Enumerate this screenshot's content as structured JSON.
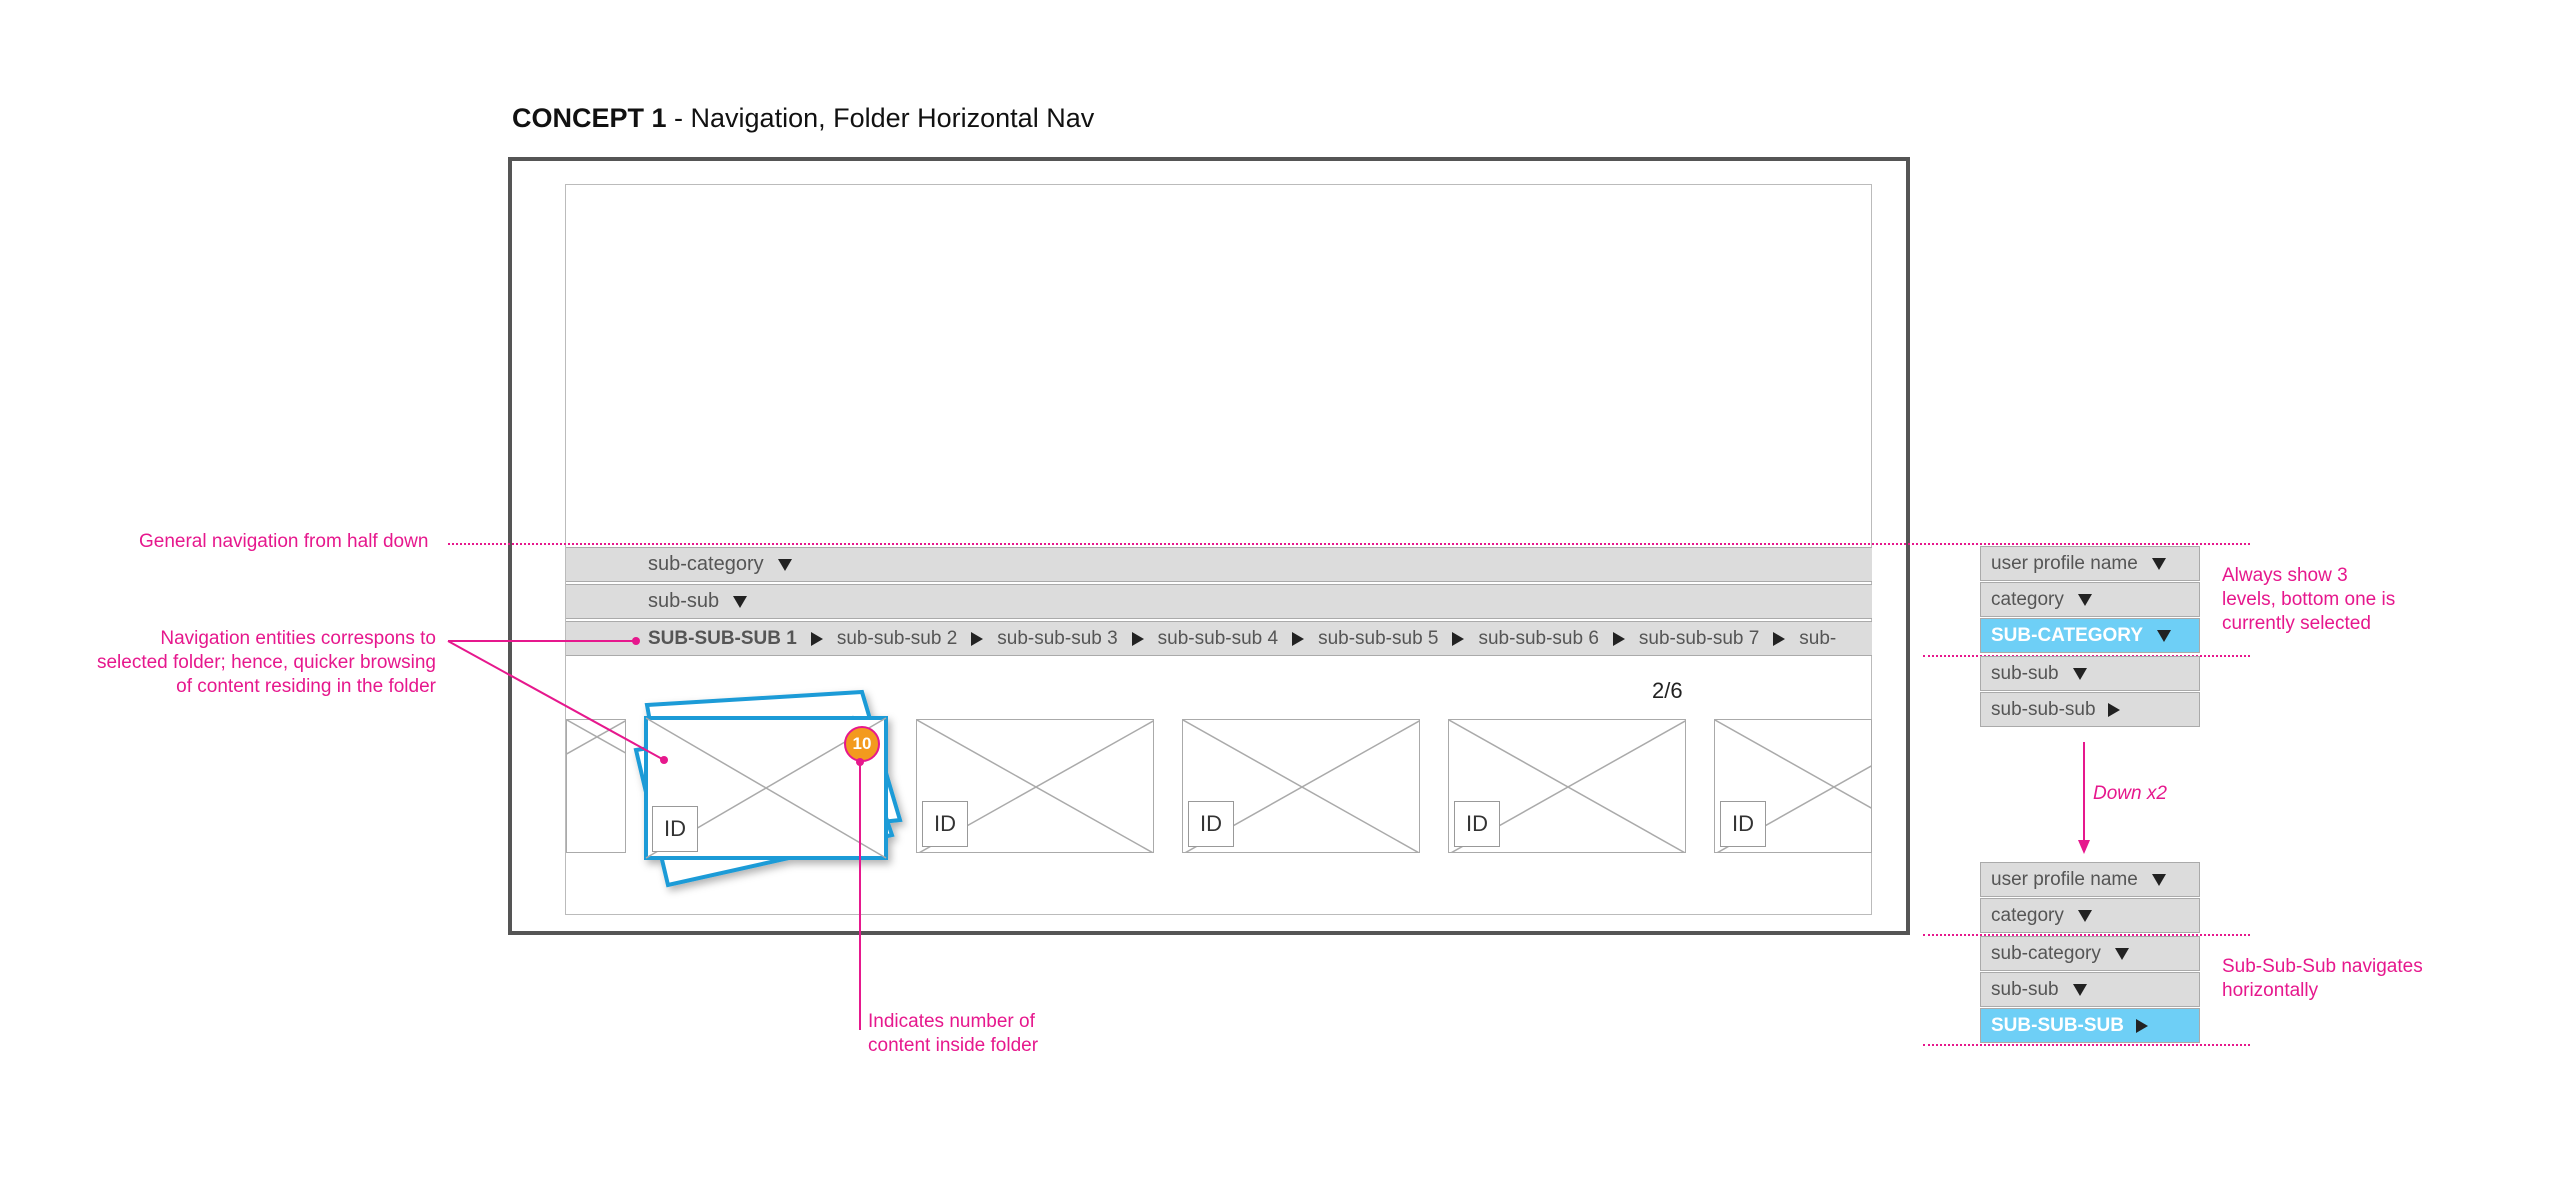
{
  "title": {
    "bold": "CONCEPT 1",
    "rest": " - Navigation, Folder Horizontal Nav"
  },
  "nav": {
    "row1": "sub-category",
    "row2": "sub-sub",
    "trail": [
      "SUB-SUB-SUB 1",
      "sub-sub-sub 2",
      "sub-sub-sub 3",
      "sub-sub-sub 4",
      "sub-sub-sub 5",
      "sub-sub-sub 6",
      "sub-sub-sub 7",
      "sub-"
    ]
  },
  "page_indicator": "2/6",
  "folder_badge": "10",
  "thumb_id": "ID",
  "annotations": {
    "general_nav": "General navigation from half down",
    "nav_entities": [
      "Navigation  entities correspons to",
      "selected folder; hence,  quicker browsing",
      "of content residing in the folder"
    ],
    "count": [
      "Indicates number of",
      "content inside folder"
    ],
    "always_show": [
      "Always show 3",
      "levels, bottom one is",
      "currently selected"
    ],
    "down": "Down x2",
    "horizontal": [
      "Sub-Sub-Sub navigates",
      "horizontally"
    ]
  },
  "panel_top": [
    "user profile name",
    "category",
    "SUB-CATEGORY",
    "sub-sub",
    "sub-sub-sub"
  ],
  "panel_bottom": [
    "user profile name",
    "category",
    "sub-category",
    "sub-sub",
    "SUB-SUB-SUB"
  ],
  "colors": {
    "accent": "#e6188d",
    "selected": "#6ecff6",
    "badge": "#f39a1e",
    "folder_outline": "#1a9bd7"
  }
}
